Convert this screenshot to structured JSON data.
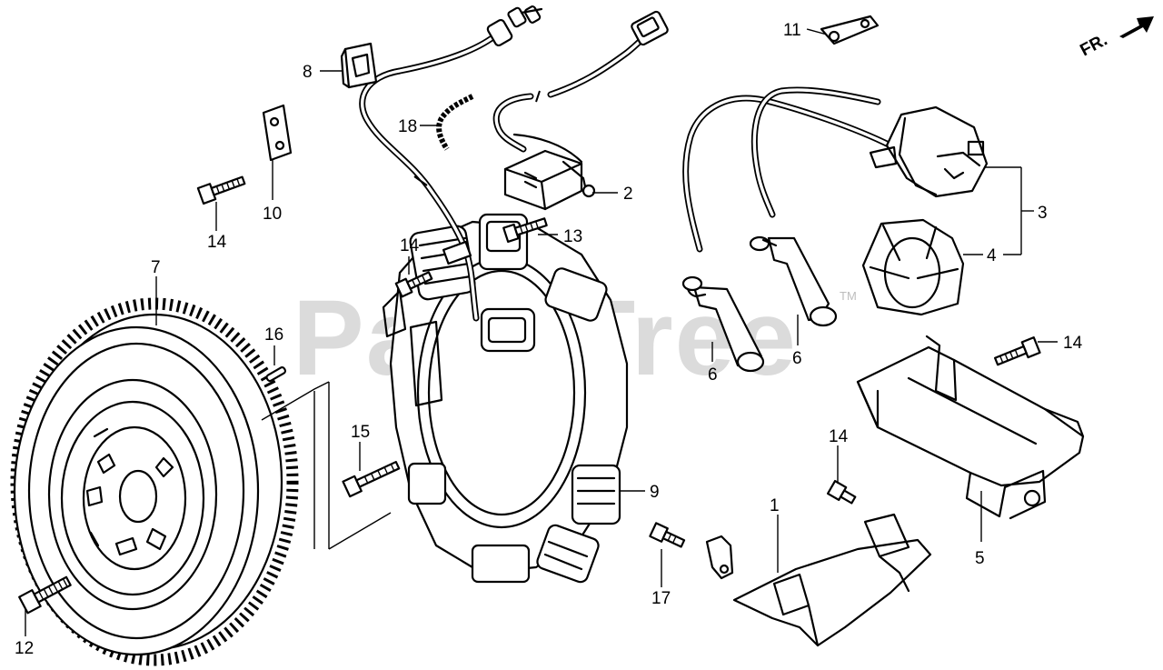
{
  "diagram": {
    "watermark": "PartsTree",
    "watermark_tm": "TM",
    "front_indicator": "FR.",
    "callouts": {
      "c1": "1",
      "c2": "2",
      "c3": "3",
      "c4": "4",
      "c5": "5",
      "c6a": "6",
      "c6b": "6",
      "c7": "7",
      "c8": "8",
      "c9": "9",
      "c10": "10",
      "c11": "11",
      "c12": "12",
      "c13": "13",
      "c14a": "14",
      "c14b": "14",
      "c14c": "14",
      "c14d": "14",
      "c15": "15",
      "c16": "16",
      "c17": "17",
      "c18": "18"
    }
  }
}
